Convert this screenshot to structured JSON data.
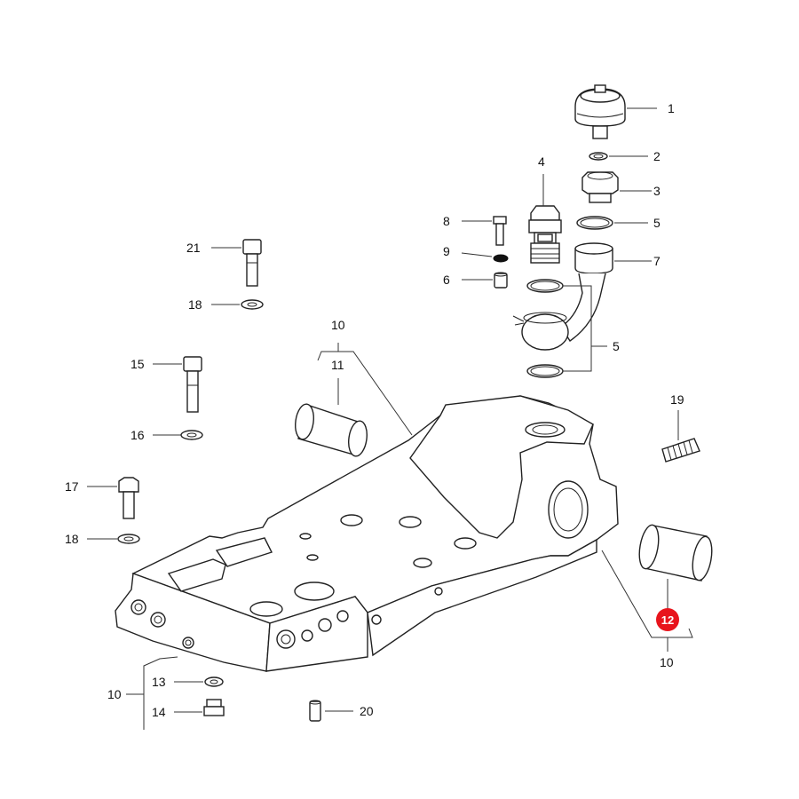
{
  "callouts": {
    "c1": "1",
    "c2": "2",
    "c3": "3",
    "c4": "4",
    "c5a": "5",
    "c5b": "5",
    "c6": "6",
    "c7": "7",
    "c8": "8",
    "c9": "9",
    "c10a": "10",
    "c10b": "10",
    "c10c": "10",
    "c11": "11",
    "c12": "12",
    "c13": "13",
    "c14": "14",
    "c15": "15",
    "c16": "16",
    "c17": "17",
    "c18a": "18",
    "c18b": "18",
    "c19": "19",
    "c20": "20",
    "c21": "21"
  },
  "colors": {
    "highlight": "#e8141c",
    "line": "#222222"
  }
}
